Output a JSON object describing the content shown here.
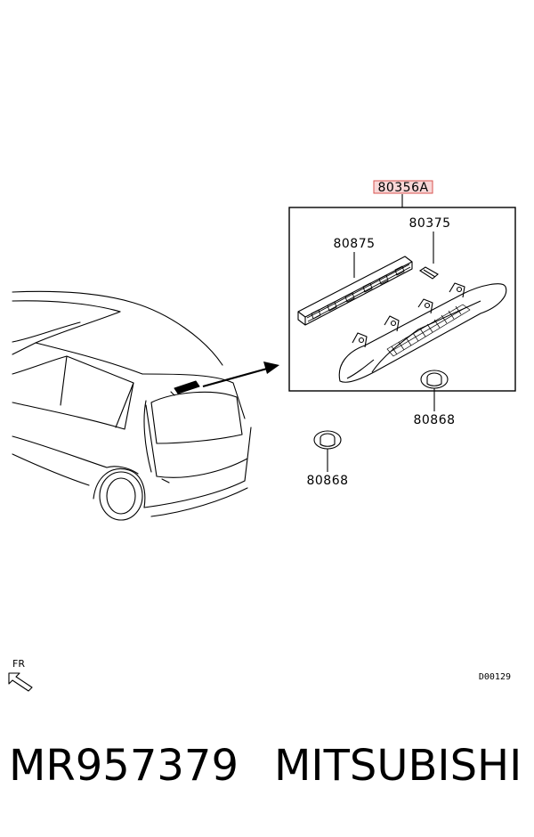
{
  "callouts": {
    "assembly": "80356A",
    "bulb": "80375",
    "bracket": "80875",
    "grommet_right": "80868",
    "grommet_left": "80868"
  },
  "orientation_label": "FR",
  "diagram_code": "D00129",
  "footer": {
    "part_number": "MR957379",
    "brand": "MITSUBISHI"
  },
  "colors": {
    "highlight_border": "#d9534f",
    "highlight_fill": "#f8d7d7",
    "line": "#000000"
  }
}
